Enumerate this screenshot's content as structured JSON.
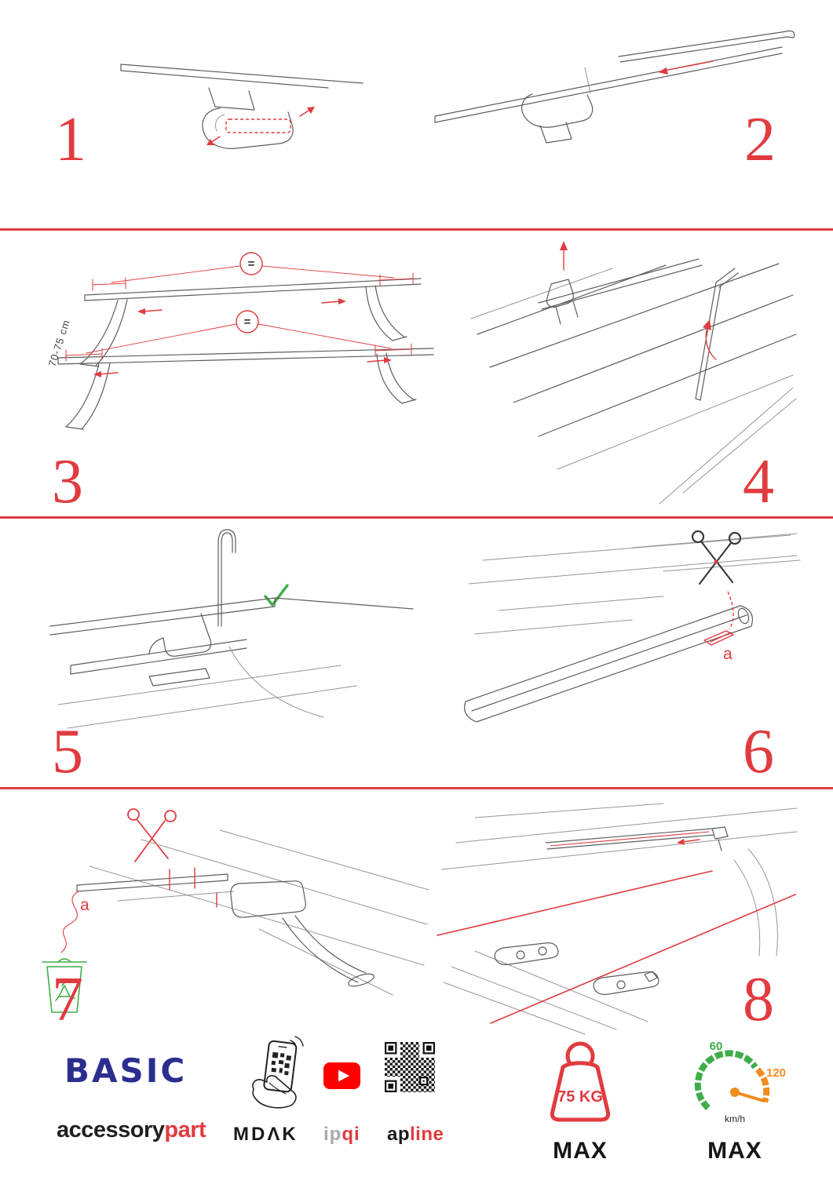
{
  "colors": {
    "accent_red": "#e13b3f",
    "brand_navy": "#2b2e8e",
    "green": "#3fae49",
    "orange": "#f08c1e",
    "youtube_red": "#ff0000"
  },
  "steps": {
    "s1": {
      "number": "1"
    },
    "s2": {
      "number": "2"
    },
    "s3": {
      "number": "3",
      "measure": "70-75 cm",
      "equals": "="
    },
    "s4": {
      "number": "4"
    },
    "s5": {
      "number": "5"
    },
    "s6": {
      "number": "6",
      "label_a": "a"
    },
    "s7": {
      "number": "7",
      "label_a": "a"
    },
    "s8": {
      "number": "8"
    }
  },
  "footer": {
    "brand": "BASIC",
    "wordmark_black": "accessory",
    "wordmark_red": "part",
    "mdak": "MDΛK",
    "ipqi_gray": "ip",
    "ipqi_red": "qi",
    "apline_black": "ap",
    "apline_red": "line",
    "weight_value": "75 KG",
    "weight_max": "MAX",
    "speed_low": "60",
    "speed_high": "120",
    "speed_unit": "km/h",
    "speed_max": "MAX"
  }
}
